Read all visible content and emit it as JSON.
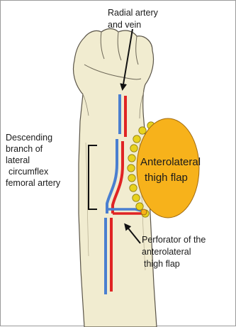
{
  "labels": {
    "radial_line1": "Radial artery",
    "radial_line2": "and vein",
    "desc_line1": "Descending",
    "desc_line2": "branch of",
    "desc_line3": "lateral",
    "desc_line4": "circumflex",
    "desc_line5": "femoral artery",
    "flap_line1": "Anterolateral",
    "flap_line2": "thigh flap",
    "perf_line1": "Perforator of  the",
    "perf_line2": "anterolateral",
    "perf_line3": "thigh flap"
  },
  "colors": {
    "skin": "#f1ecd0",
    "skin_outline": "#5a5448",
    "artery": "#e02424",
    "vein": "#4a7fd0",
    "flap": "#f7b21b",
    "perforator_nodules": "#e8d21e"
  }
}
